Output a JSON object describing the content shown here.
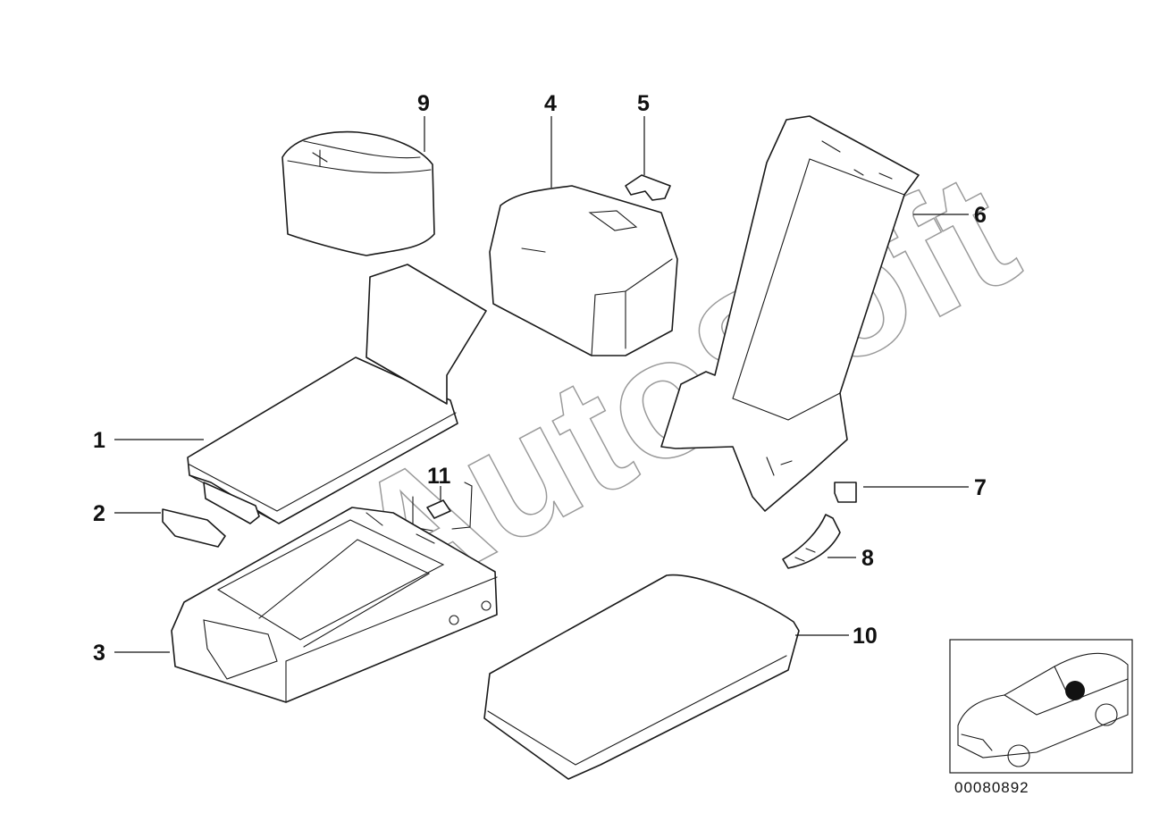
{
  "diagram": {
    "watermark": "AutoSoft",
    "drawing_code": "00080892",
    "callouts": [
      {
        "id": "1",
        "label": "1"
      },
      {
        "id": "2",
        "label": "2"
      },
      {
        "id": "3",
        "label": "3"
      },
      {
        "id": "4",
        "label": "4"
      },
      {
        "id": "5",
        "label": "5"
      },
      {
        "id": "6",
        "label": "6"
      },
      {
        "id": "7",
        "label": "7"
      },
      {
        "id": "8",
        "label": "8"
      },
      {
        "id": "9",
        "label": "9"
      },
      {
        "id": "10",
        "label": "10"
      },
      {
        "id": "11",
        "label": "11"
      }
    ]
  }
}
